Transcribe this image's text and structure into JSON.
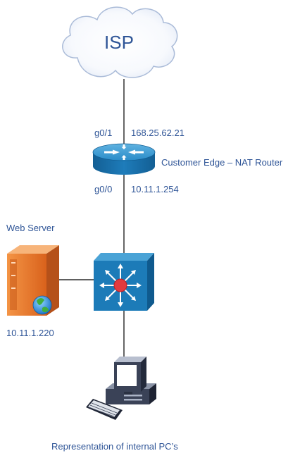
{
  "colors": {
    "label_text": "#2f5597",
    "link_line": "#000000",
    "cloud_stroke": "#aabbd8",
    "device_blue": "#1c7bb8",
    "server_orange": "#e8762d"
  },
  "cloud": {
    "label": "ISP",
    "icon": "cloud-icon"
  },
  "router": {
    "icon": "router-icon",
    "name": "Customer Edge – NAT Router",
    "wan_interface": "g0/1",
    "wan_ip": "168.25.62.21",
    "lan_interface": "g0/0",
    "lan_ip": "10.11.1.254"
  },
  "switch": {
    "icon": "layer3-switch-icon"
  },
  "server": {
    "icon": "web-server-icon",
    "label": "Web Server",
    "ip": "10.11.1.220"
  },
  "pc": {
    "icon": "desktop-pc-icon",
    "caption": "Representation of internal PC’s"
  }
}
